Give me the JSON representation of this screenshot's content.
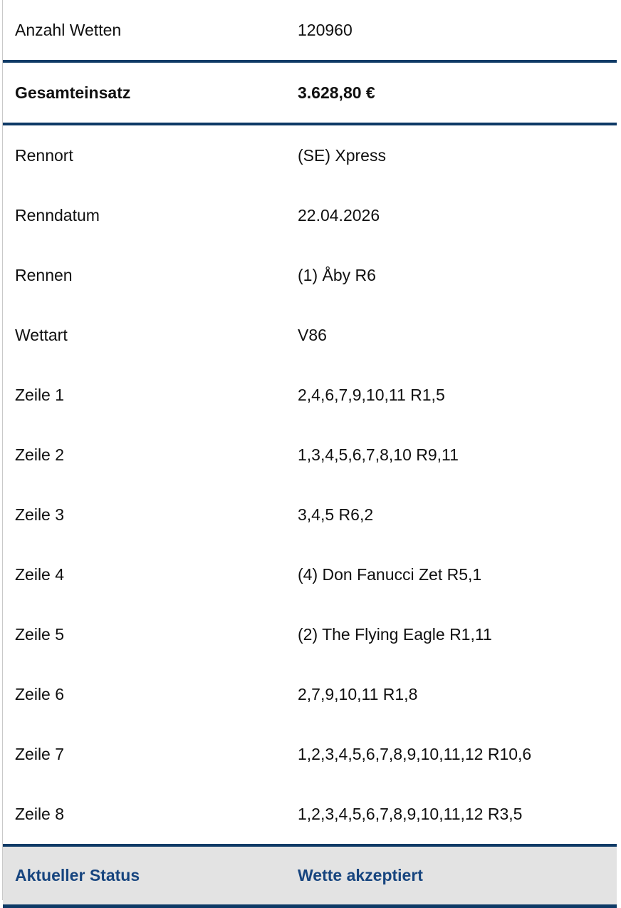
{
  "colors": {
    "rule_blue": "#0e3a66",
    "status_text_blue": "#17457f",
    "status_background": "#e3e3e3",
    "text": "#101010",
    "edge_grey": "#c9c9c9"
  },
  "table": {
    "rows": [
      {
        "label": "Anzahl Wetten",
        "value": "120960",
        "style": "plain"
      },
      {
        "label": "Gesamteinsatz",
        "value": "3.628,80 €",
        "style": "total"
      },
      {
        "label": "Rennort",
        "value": "(SE) Xpress",
        "style": "plain"
      },
      {
        "label": "Renndatum",
        "value": "22.04.2026",
        "style": "plain"
      },
      {
        "label": "Rennen",
        "value": "(1) Åby R6",
        "style": "plain"
      },
      {
        "label": "Wettart",
        "value": "V86",
        "style": "plain"
      },
      {
        "label": "Zeile 1",
        "value": "2,4,6,7,9,10,11 R1,5",
        "style": "plain"
      },
      {
        "label": "Zeile 2",
        "value": "1,3,4,5,6,7,8,10 R9,11",
        "style": "plain"
      },
      {
        "label": "Zeile 3",
        "value": "3,4,5 R6,2",
        "style": "plain"
      },
      {
        "label": "Zeile 4",
        "value": "(4) Don Fanucci Zet R5,1",
        "style": "plain"
      },
      {
        "label": "Zeile 5",
        "value": "(2) The Flying Eagle R1,11",
        "style": "plain"
      },
      {
        "label": "Zeile 6",
        "value": "2,7,9,10,11 R1,8",
        "style": "plain"
      },
      {
        "label": "Zeile 7",
        "value": "1,2,3,4,5,6,7,8,9,10,11,12 R10,6",
        "style": "plain"
      },
      {
        "label": "Zeile 8",
        "value": "1,2,3,4,5,6,7,8,9,10,11,12 R3,5",
        "style": "plain"
      },
      {
        "label": "Aktueller Status",
        "value": "Wette akzeptiert",
        "style": "status"
      }
    ]
  }
}
